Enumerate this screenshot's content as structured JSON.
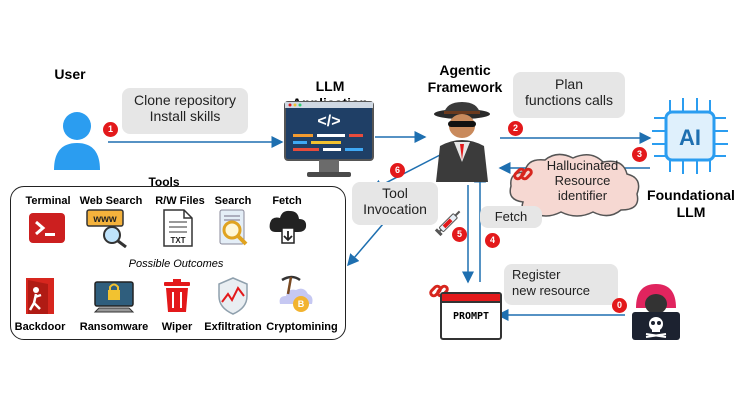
{
  "user": {
    "title": "User",
    "message": "Clone repository Install skills",
    "message_line1": "Clone repository",
    "message_line2": "Install skills"
  },
  "llm_app": {
    "title_line1": "LLM",
    "title_line2": "Application"
  },
  "agentic": {
    "title_line1": "Agentic",
    "title_line2": "Framework",
    "plan_line1": "Plan",
    "plan_line2": "functions calls"
  },
  "foundational": {
    "title_line1": "Foundational",
    "title_line2": "LLM",
    "chip_text": "AI"
  },
  "hallucinated": {
    "line1": "Hallucinated",
    "line2": "Resource",
    "line3": "identifier"
  },
  "tool_invocation": {
    "line1": "Tool",
    "line2": "Invocation"
  },
  "fetch_label": "Fetch",
  "register": {
    "line1": "Register",
    "line2": "new resource"
  },
  "prompt_label": "PROMPT",
  "steps": {
    "s0": "0",
    "s1": "1",
    "s2": "2",
    "s3": "3",
    "s4": "4",
    "s5": "5",
    "s6": "6"
  },
  "tools_panel": {
    "title": "Tools",
    "tools": [
      "Terminal",
      "Web Search",
      "R/W Files",
      "Search",
      "Fetch"
    ],
    "www_text": "www",
    "txt_text": "TXT",
    "outcomes_title": "Possible Outcomes",
    "outcomes": [
      "Backdoor",
      "Ransomware",
      "Wiper",
      "Exfiltration",
      "Cryptomining"
    ]
  },
  "colors": {
    "accent_blue": "#1e7bc4",
    "step_red": "#e3191b",
    "bubble_gray": "#e6e6e6",
    "cloud_pink": "#f6d8d2"
  },
  "icons": [
    "user-icon",
    "code-monitor-icon",
    "spy-agent-icon",
    "ai-chip-icon",
    "link-icon",
    "syringe-icon",
    "prompt-icon",
    "hacker-icon",
    "terminal-icon",
    "web-search-icon",
    "file-txt-icon",
    "search-doc-icon",
    "cloud-download-icon",
    "backdoor-icon",
    "ransomware-icon",
    "wiper-trash-icon",
    "exfiltration-icon",
    "cryptomining-icon"
  ]
}
